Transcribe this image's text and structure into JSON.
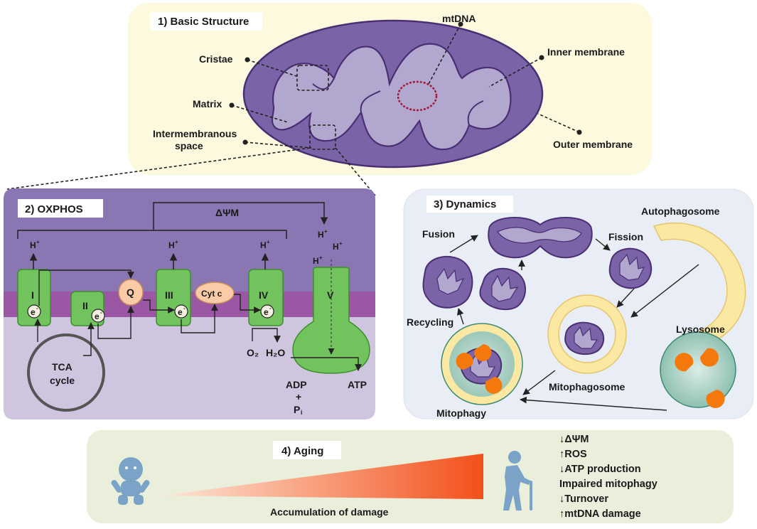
{
  "panels": {
    "structure": {
      "title": "1) Basic Structure",
      "labels": {
        "cristae": "Cristae",
        "matrix": "Matrix",
        "intermembranous_1": "Intermembranous",
        "intermembranous_2": "space",
        "mtdna": "mtDNA",
        "inner_membrane": "Inner membrane",
        "outer_membrane": "Outer membrane"
      }
    },
    "oxphos": {
      "title": "2) OXPHOS",
      "delta_psi": "ΔΨM",
      "proton": "H",
      "proton_charge": "+",
      "electron": "e",
      "electron_charge": "-",
      "complexes": [
        "I",
        "II",
        "III",
        "IV",
        "V"
      ],
      "q": "Q",
      "cytc": "Cyt c",
      "tca_1": "TCA",
      "tca_2": "cycle",
      "o2": "O₂",
      "h2o": "H₂O",
      "adp": "ADP",
      "plus": "+",
      "pi_main": "P",
      "pi_sub": "i",
      "atp": "ATP"
    },
    "dynamics": {
      "title": "3) Dynamics",
      "fusion": "Fusion",
      "fission": "Fission",
      "autophagosome": "Autophagosome",
      "recycling": "Recycling",
      "lysosome": "Lysosome",
      "mitophagosome": "Mitophagosome",
      "mitophagy": "Mitophagy"
    },
    "aging": {
      "title": "4) Aging",
      "accumulation": "Accumulation of damage",
      "effects": [
        "↓ΔΨM",
        "↑ROS",
        "↓ATP production",
        "Impaired mitophagy",
        "↓Turnover",
        "↑mtDNA damage"
      ]
    }
  },
  "colors": {
    "structure_bg": "#fdfbe1",
    "outer_mito": "#7c64a8",
    "matrix": "#b1a7ce",
    "oxphos_top": "#8a76b2",
    "oxphos_membrane": "#9a58a3",
    "oxphos_bottom": "#cec4df",
    "complex_green": "#73c45e",
    "q_orange": "#f9cba6",
    "dynamics_bg": "#e8ecf5",
    "aging_bg": "#e9efdc",
    "gradient_start": "#fde0cd",
    "gradient_end": "#f2551e",
    "person_blue": "#7aa3c7",
    "autophagosome": "#fbe9a3",
    "lysosome": "#a6cfc2",
    "cargo_orange": "#f5780d"
  }
}
